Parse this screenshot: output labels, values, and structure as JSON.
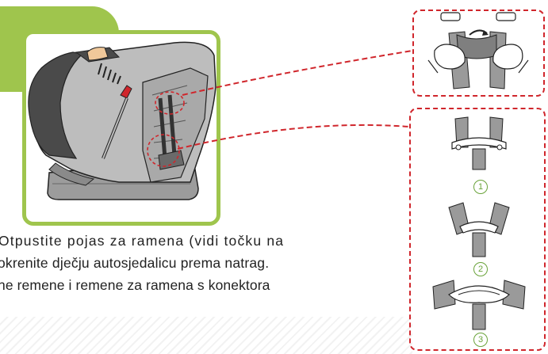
{
  "instructions": {
    "line1": "Otpustite pojas za ramena (vidi točku na",
    "line2": "okrenite dječju autosjedalicu prema natrag.",
    "line3": "ne remene i remene za ramena s konektora"
  },
  "steps": [
    {
      "number": "1"
    },
    {
      "number": "2"
    },
    {
      "number": "3"
    }
  ],
  "colors": {
    "accent_green": "#9fc54d",
    "dashed_red": "#d0262c",
    "seat_gray": "#b9b9b9",
    "seat_dark": "#4a4a4a",
    "step_green": "#6aa33a"
  }
}
